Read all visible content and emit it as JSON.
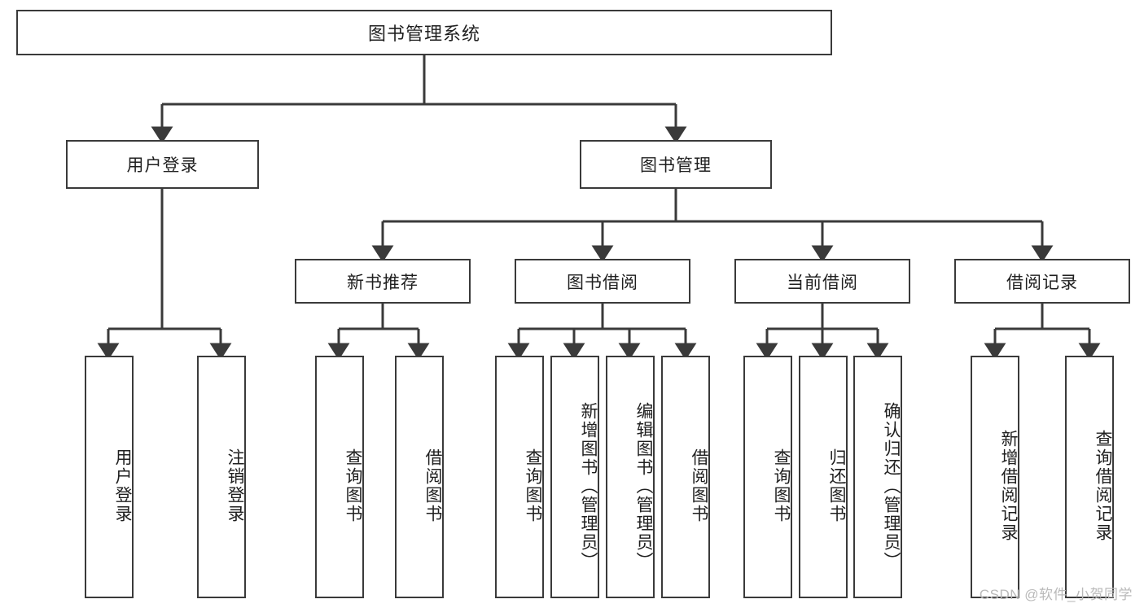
{
  "diagram": {
    "type": "tree-hierarchy",
    "title": "图书管理系统",
    "orientation": "top-down",
    "colors": {
      "stroke": "#3a3a3a",
      "fill": "#ffffff",
      "text": "#1f1f1f",
      "watermark": "#b9b9b9"
    },
    "levels": {
      "root": {
        "label": "图书管理系统"
      },
      "level2": [
        {
          "label": "用户登录"
        },
        {
          "label": "图书管理"
        }
      ],
      "level3": [
        {
          "label": "新书推荐"
        },
        {
          "label": "图书借阅"
        },
        {
          "label": "当前借阅"
        },
        {
          "label": "借阅记录"
        }
      ],
      "leaves": {
        "user_login": [
          {
            "label": "用户登录"
          },
          {
            "label": "注销登录"
          }
        ],
        "new_book_recommend": [
          {
            "label": "查询图书"
          },
          {
            "label": "借阅图书"
          }
        ],
        "book_borrow": [
          {
            "label": "查询图书"
          },
          {
            "label": "新增图书（管理员）"
          },
          {
            "label": "编辑图书（管理员）"
          },
          {
            "label": "借阅图书"
          }
        ],
        "current_borrow": [
          {
            "label": "查询图书"
          },
          {
            "label": "归还图书"
          },
          {
            "label": "确认归还（管理员）"
          }
        ],
        "borrow_record": [
          {
            "label": "新增借阅记录"
          },
          {
            "label": "查询借阅记录"
          }
        ]
      }
    },
    "watermark": "CSDN @软件_小贺同学"
  }
}
